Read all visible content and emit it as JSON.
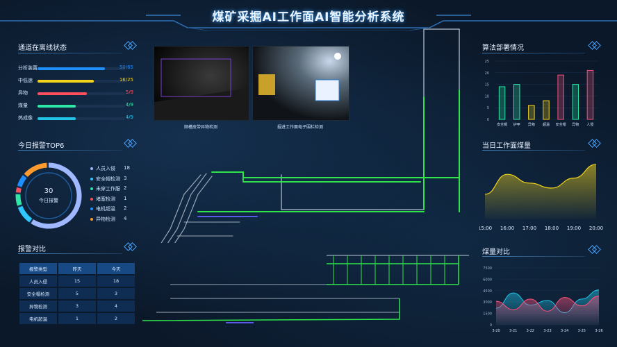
{
  "title": "煤矿采掘AI工作面AI智能分析系统",
  "channel_status": {
    "title": "通道在离线状态",
    "rows": [
      {
        "label": "分析装置",
        "value": "50/65",
        "ratio": 0.77,
        "color": "#1e8fff"
      },
      {
        "label": "中低速",
        "value": "16/25",
        "ratio": 0.64,
        "color": "#f2d41a"
      },
      {
        "label": "异物",
        "value": "5/9",
        "ratio": 0.56,
        "color": "#ff4f5e"
      },
      {
        "label": "煤量",
        "value": "4/9",
        "ratio": 0.44,
        "color": "#2ee6a6"
      },
      {
        "label": "热成像",
        "value": "4/9",
        "ratio": 0.44,
        "color": "#22c4e8"
      }
    ]
  },
  "alarm_top6": {
    "title": "今日报警TOP6",
    "total": "30",
    "total_label": "今日报警",
    "items": [
      {
        "label": "人员入侵",
        "count": "18",
        "color": "#9fb8ff"
      },
      {
        "label": "安全帽检测",
        "count": "3",
        "color": "#2ec7ff"
      },
      {
        "label": "未穿工作服",
        "count": "2",
        "color": "#2ee6a6"
      },
      {
        "label": "堵塞检测",
        "count": "1",
        "color": "#ff4f5e"
      },
      {
        "label": "电机超温",
        "count": "2",
        "color": "#1e8fff"
      },
      {
        "label": "异物检测",
        "count": "4",
        "color": "#ff9a2e"
      }
    ]
  },
  "alarm_compare": {
    "title": "报警对比",
    "headers": [
      "报警类型",
      "昨天",
      "今天"
    ],
    "rows": [
      [
        "人员入侵",
        "15",
        "18"
      ],
      [
        "安全帽检测",
        "5",
        "3"
      ],
      [
        "异物检测",
        "3",
        "4"
      ],
      [
        "电机超温",
        "1",
        "2"
      ]
    ]
  },
  "videos": [
    {
      "caption": "顺槽皮带异物检测"
    },
    {
      "caption": "掘进工作面电子围栏检测"
    }
  ],
  "algorithm_deploy": {
    "title": "算法部署情况"
  },
  "daily_coal": {
    "title": "当日工作面煤量"
  },
  "coal_compare": {
    "title": "煤量对比"
  },
  "chart_data": [
    {
      "type": "bar",
      "categories": [
        "安全帽",
        "护甲",
        "异物",
        "超温",
        "安全帽",
        "异物",
        "人侵"
      ],
      "values": [
        14,
        15,
        6,
        8,
        19,
        15,
        21
      ],
      "ylim": [
        0,
        25
      ],
      "yticks": [
        "25",
        "20",
        "15",
        "10",
        "5",
        "0"
      ],
      "colors": [
        "#2ee6a6",
        "#2ee6a6",
        "#f2d41a",
        "#f2d41a",
        "#ff4f7a",
        "#2ee6a6",
        "#ff4f7a"
      ]
    },
    {
      "type": "area",
      "x": [
        "15:00",
        "16:00",
        "17:00",
        "18:00",
        "19:00",
        "20:00"
      ],
      "values": [
        40,
        72,
        58,
        50,
        66,
        88
      ],
      "ylim": [
        0,
        100
      ],
      "color": "#f2d41a"
    },
    {
      "type": "area",
      "x": [
        "3-20",
        "3-21",
        "3-22",
        "3-23",
        "3-24",
        "3-25",
        "3-26"
      ],
      "yticks": [
        "7500",
        "6000",
        "4500",
        "3000",
        "1500",
        "0"
      ],
      "ylim": [
        0,
        7500
      ],
      "series": [
        {
          "values": [
            2200,
            4200,
            2600,
            3200,
            1600,
            3400,
            4600
          ],
          "color": "#22c4e8"
        },
        {
          "values": [
            3100,
            2000,
            3400,
            1800,
            3600,
            2500,
            3800
          ],
          "color": "#ff4f7a"
        }
      ]
    }
  ]
}
